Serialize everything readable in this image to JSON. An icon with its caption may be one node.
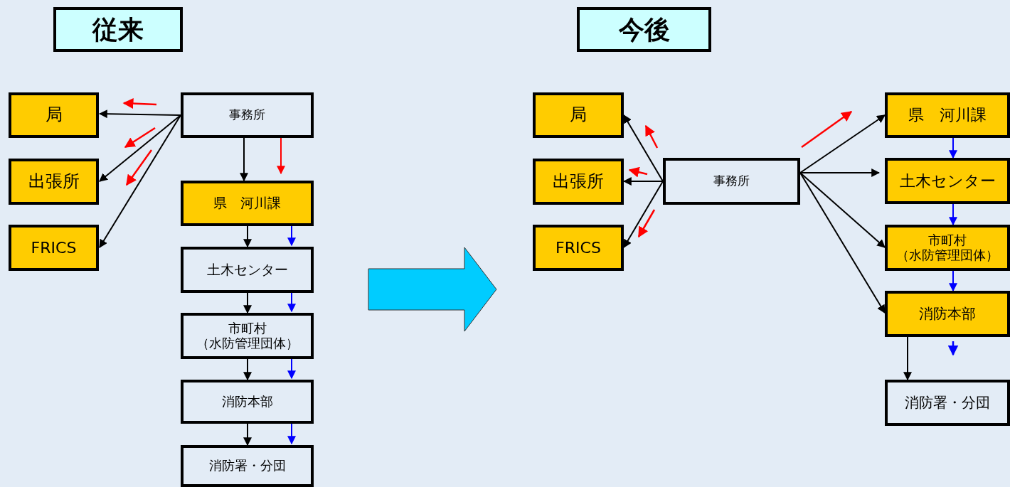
{
  "diagram": {
    "nodes": [
      {
        "text": [
          "従来"
        ]
      },
      {
        "text": [
          "局"
        ]
      },
      {
        "text": [
          "出張所"
        ]
      },
      {
        "text": [
          "FRICS"
        ]
      },
      {
        "text": [
          "事務所"
        ]
      },
      {
        "text": [
          "県　河川課"
        ]
      },
      {
        "text": [
          "土木センター"
        ]
      },
      {
        "text": [
          "市町村",
          "（水防管理団体）"
        ]
      },
      {
        "text": [
          "消防本部"
        ]
      },
      {
        "text": [
          "消防署・分団"
        ]
      },
      {
        "text": [
          "今後"
        ]
      },
      {
        "text": [
          "局"
        ]
      },
      {
        "text": [
          "出張所"
        ]
      },
      {
        "text": [
          "FRICS"
        ]
      },
      {
        "text": [
          "事務所"
        ]
      },
      {
        "text": [
          "県　河川課"
        ]
      },
      {
        "text": [
          "土木センター"
        ]
      },
      {
        "text": [
          "市町村",
          "（水防管理団体）"
        ]
      },
      {
        "text": [
          "消防本部"
        ]
      },
      {
        "text": [
          "消防署・分団"
        ]
      }
    ],
    "edges": [
      {
        "from": 4,
        "to": 1,
        "arrow": "to"
      },
      {
        "from": 4,
        "to": 2,
        "arrow": "to"
      },
      {
        "from": 4,
        "to": 3,
        "arrow": "to"
      },
      {
        "from": 4,
        "to": 5,
        "arrow": "to"
      },
      {
        "from": 5,
        "to": 6,
        "arrow": "to"
      },
      {
        "from": 6,
        "to": 7,
        "arrow": "to"
      },
      {
        "from": 7,
        "to": 8,
        "arrow": "to"
      },
      {
        "from": 8,
        "to": 9,
        "arrow": "to"
      },
      {
        "from": 14,
        "to": 11,
        "arrow": "to"
      },
      {
        "from": 14,
        "to": 12,
        "arrow": "to"
      },
      {
        "from": 14,
        "to": 13,
        "arrow": "to"
      },
      {
        "from": 14,
        "to": 15,
        "arrow": "to"
      },
      {
        "from": 14,
        "to": 16,
        "arrow": "to"
      },
      {
        "from": 14,
        "to": 17,
        "arrow": "to"
      },
      {
        "from": 14,
        "to": 18,
        "arrow": "to"
      },
      {
        "from": 18,
        "to": 19,
        "arrow": "to"
      },
      {
        "from": 15,
        "to": 16,
        "arrow": "to",
        "color": "#0000ff"
      },
      {
        "from": 16,
        "to": 17,
        "arrow": "to",
        "color": "#0000ff"
      },
      {
        "from": 17,
        "to": 18,
        "arrow": "to",
        "color": "#0000ff"
      },
      {
        "from": 4,
        "to": 5,
        "arrow": "to",
        "color": "#ff0000"
      },
      {
        "from": 5,
        "to": 6,
        "arrow": "to",
        "color": "#0000ff"
      },
      {
        "from": 6,
        "to": 7,
        "arrow": "to",
        "color": "#0000ff"
      },
      {
        "from": 7,
        "to": 8,
        "arrow": "to",
        "color": "#0000ff"
      },
      {
        "from": 8,
        "to": 9,
        "arrow": "to",
        "color": "#0000ff"
      }
    ]
  }
}
